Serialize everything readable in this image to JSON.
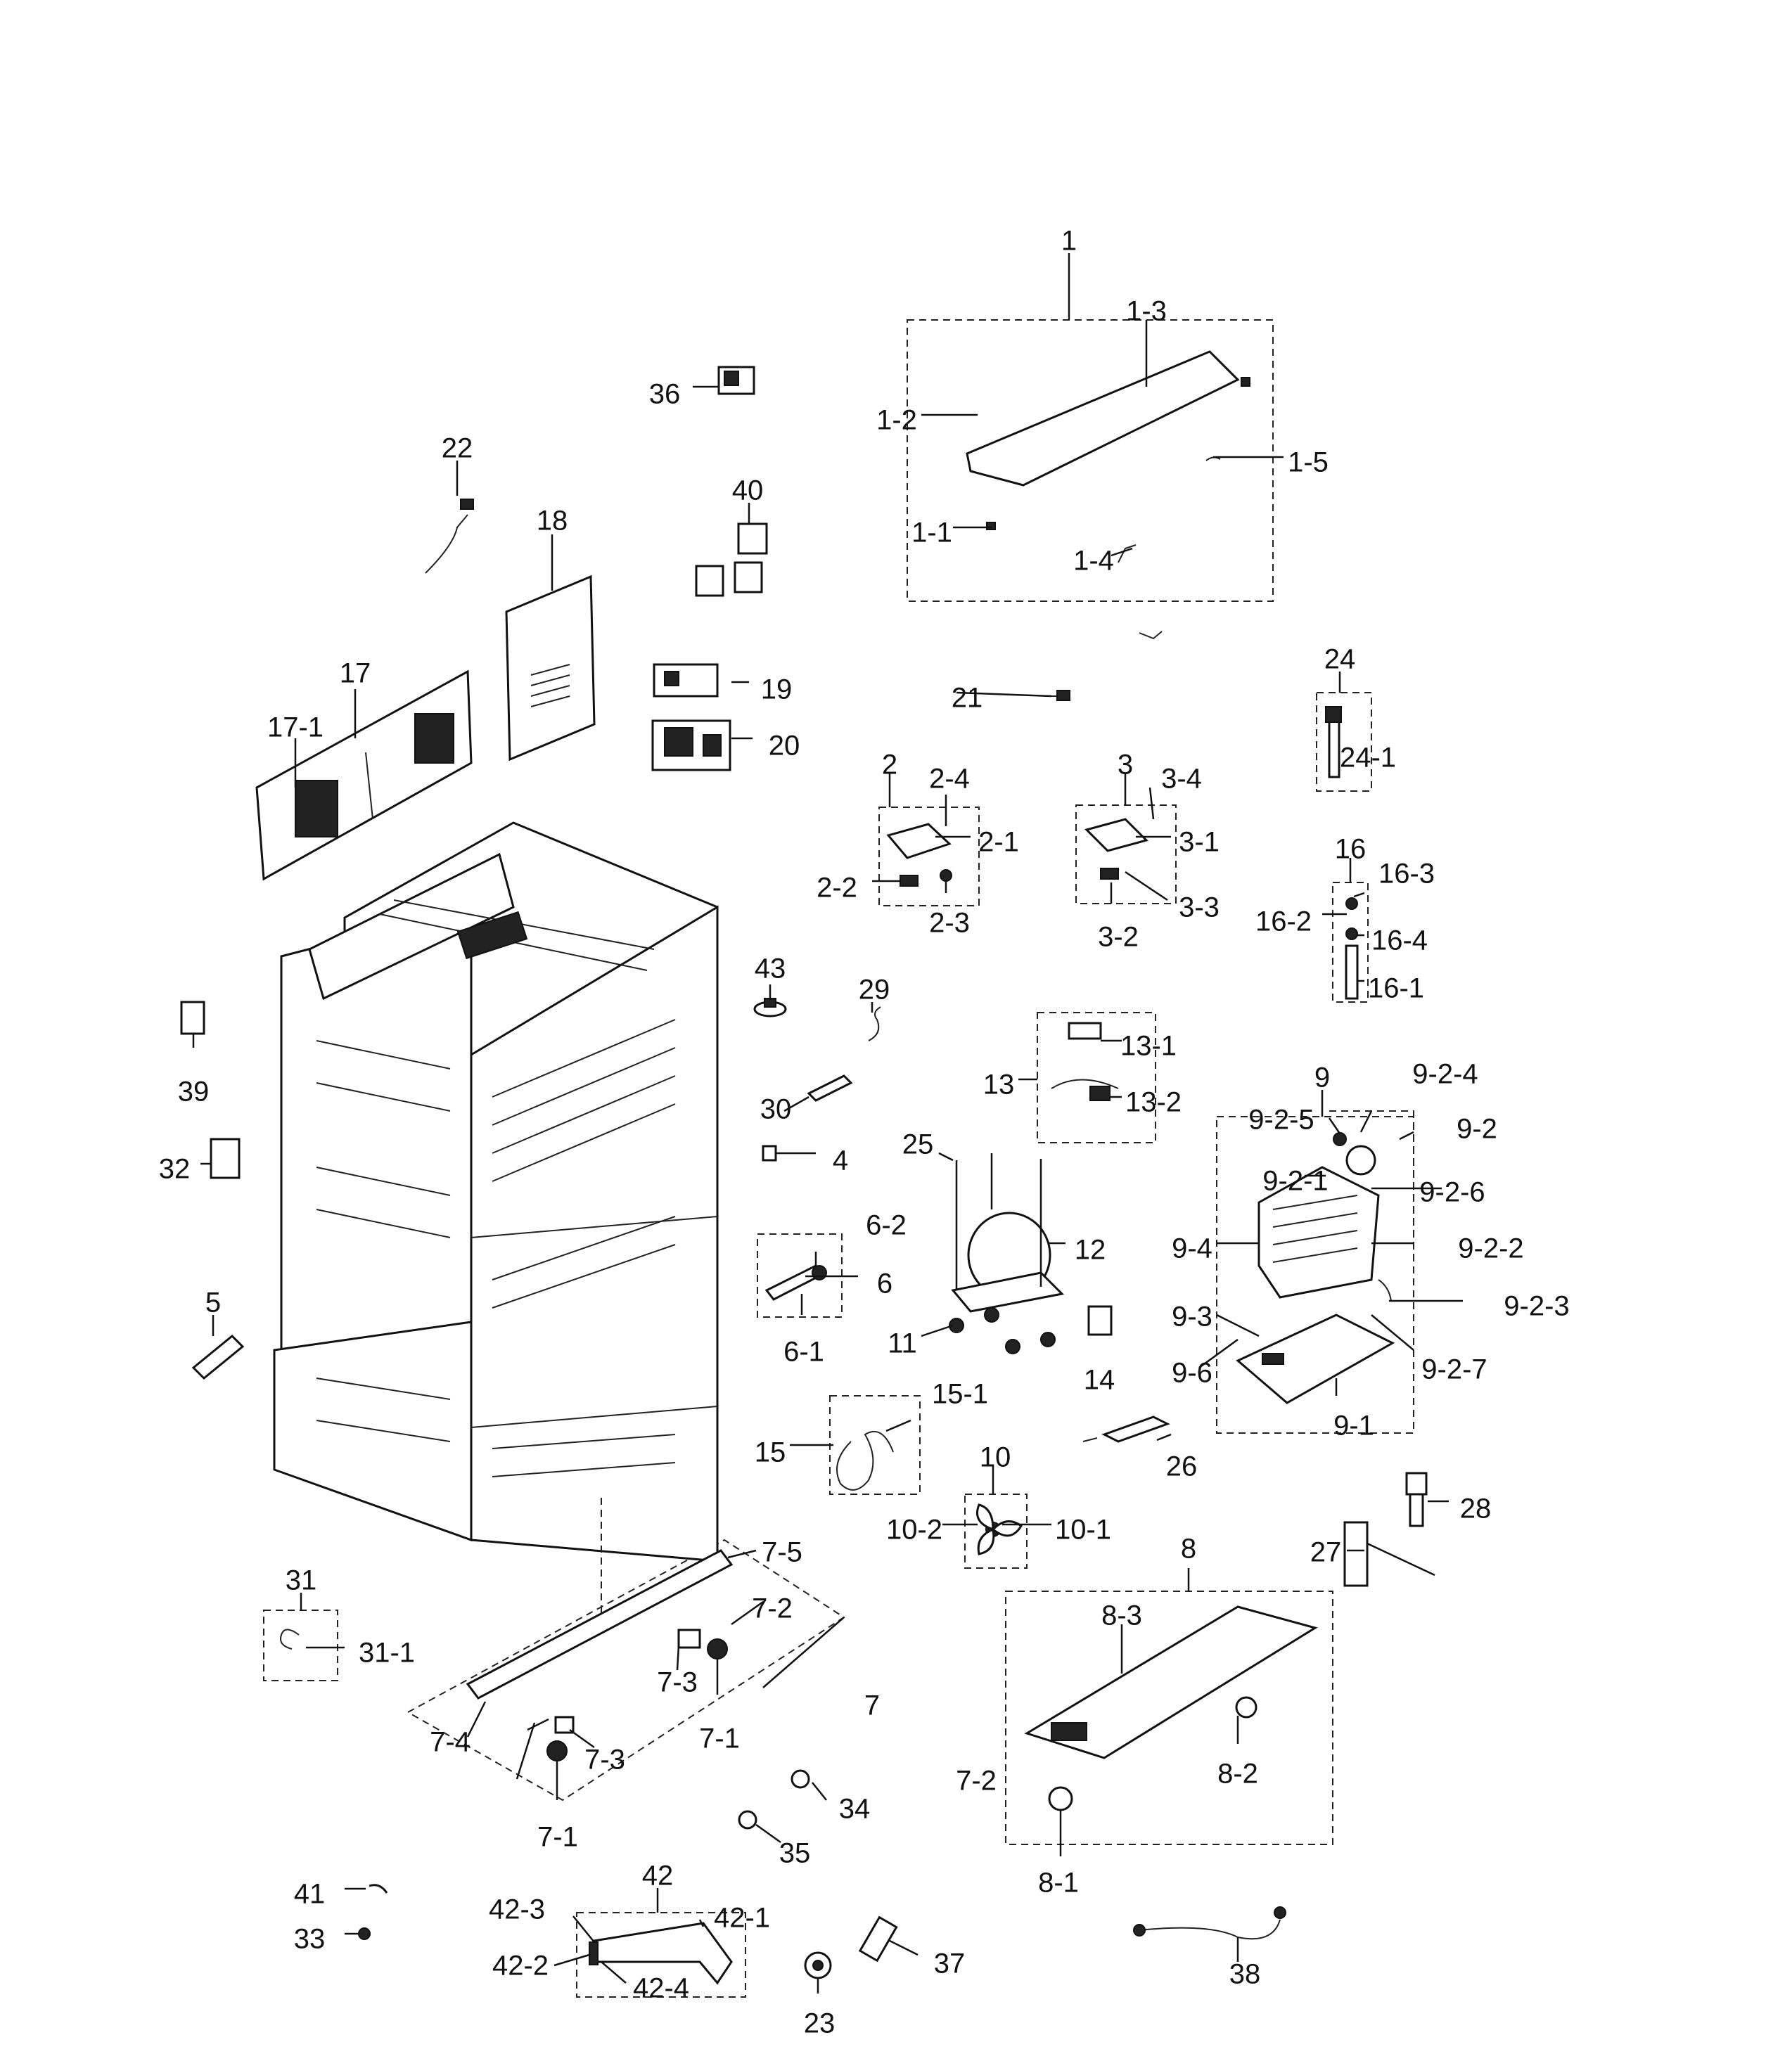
{
  "diagram": {
    "callouts": [
      "1",
      "1-1",
      "1-2",
      "1-3",
      "1-4",
      "1-5",
      "2",
      "2-1",
      "2-2",
      "2-3",
      "2-4",
      "3",
      "3-1",
      "3-2",
      "3-3",
      "3-4",
      "4",
      "5",
      "6",
      "6-1",
      "6-2",
      "7",
      "7-1",
      "7-1",
      "7-2",
      "7-2",
      "7-3",
      "7-3",
      "7-4",
      "7-5",
      "8",
      "8-1",
      "8-2",
      "8-3",
      "9",
      "9-1",
      "9-2",
      "9-2-1",
      "9-2-2",
      "9-2-3",
      "9-2-4",
      "9-2-5",
      "9-2-6",
      "9-2-7",
      "9-3",
      "9-4",
      "9-6",
      "10",
      "10-1",
      "10-2",
      "11",
      "12",
      "13",
      "13-1",
      "13-2",
      "14",
      "15",
      "15-1",
      "16",
      "16-1",
      "16-2",
      "16-3",
      "16-4",
      "17",
      "17-1",
      "18",
      "19",
      "20",
      "21",
      "22",
      "23",
      "24",
      "24-1",
      "25",
      "26",
      "27",
      "28",
      "29",
      "30",
      "31",
      "31-1",
      "32",
      "33",
      "34",
      "35",
      "36",
      "37",
      "38",
      "39",
      "40",
      "41",
      "42",
      "42-1",
      "42-2",
      "42-3",
      "42-4",
      "43"
    ]
  }
}
